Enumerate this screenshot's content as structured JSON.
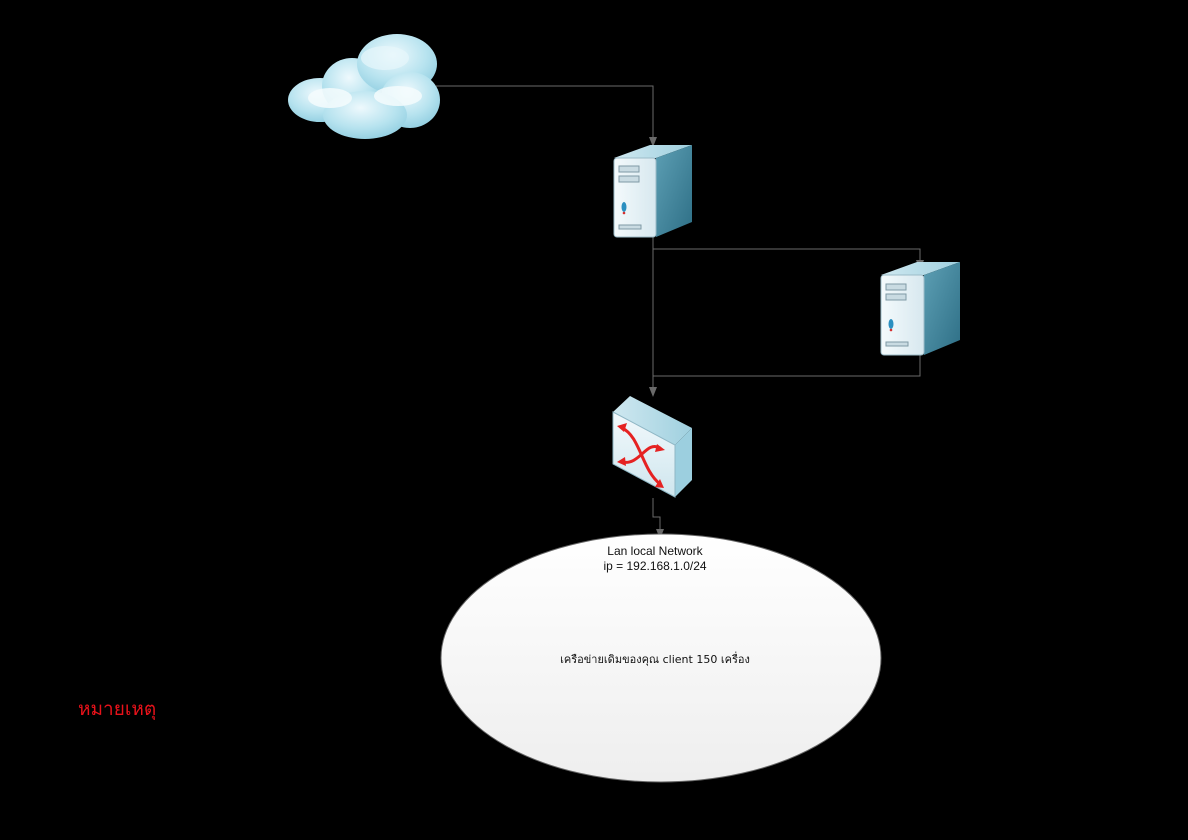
{
  "diagram": {
    "nodes": {
      "internet": {
        "kind": "cloud",
        "icon": "cloud-icon"
      },
      "server_primary": {
        "kind": "server",
        "icon": "server-tower-icon"
      },
      "server_secondary": {
        "kind": "server",
        "icon": "server-tower-icon"
      },
      "switch": {
        "kind": "network-switch",
        "icon": "switch-icon"
      },
      "lan": {
        "kind": "network-area",
        "title": "Lan local Network",
        "subnet": "ip = 192.168.1.0/24",
        "description": "เครือข่ายเดิมของคุณ client 150 เครื่อง"
      }
    },
    "edges": [
      {
        "from": "internet",
        "to": "server_primary"
      },
      {
        "from": "server_primary",
        "to": "server_secondary"
      },
      {
        "from": "server_secondary",
        "to": "switch"
      },
      {
        "from": "server_primary",
        "to": "switch"
      },
      {
        "from": "switch",
        "to": "lan"
      }
    ],
    "note_label": "หมายเหตุ"
  },
  "colors": {
    "background": "#000000",
    "connector": "#6a6a6a",
    "switch_arrows": "#e52222",
    "note": "#e8121a"
  }
}
